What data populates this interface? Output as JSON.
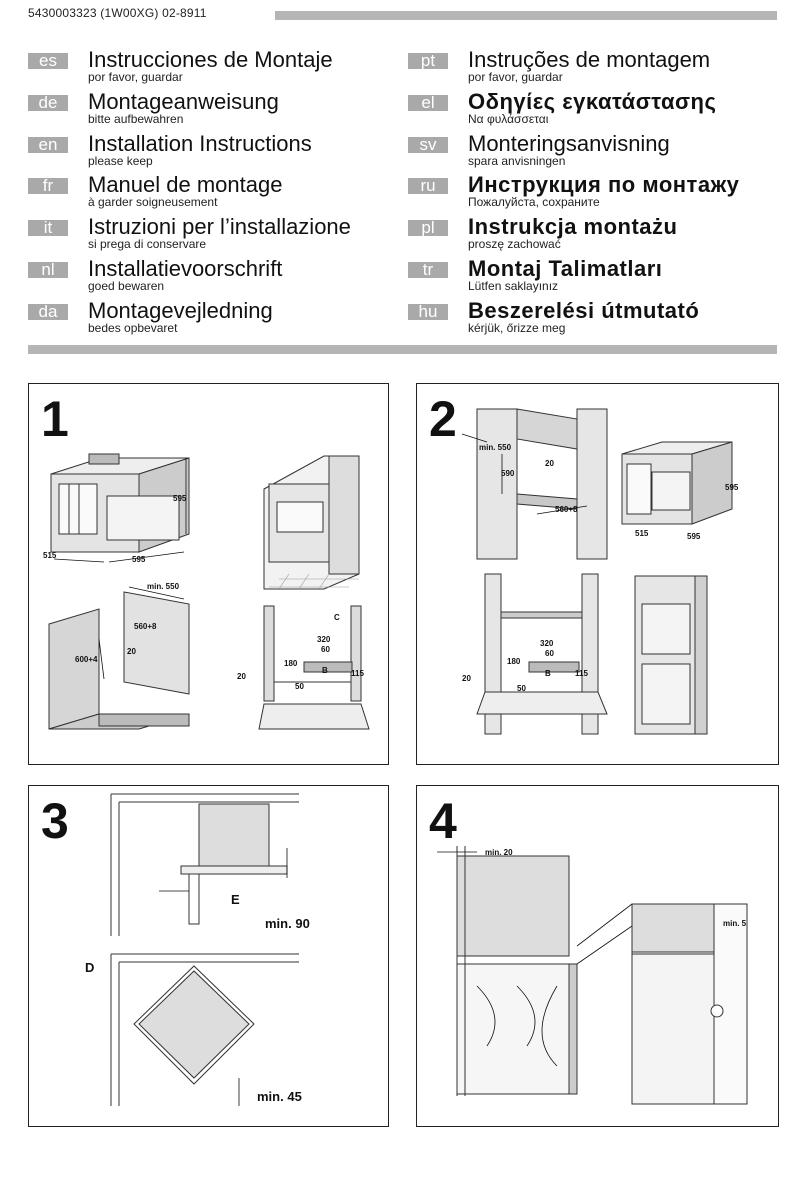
{
  "header": {
    "doc_id": "5430003323 (1W00XG) 02-8911"
  },
  "languages_left": [
    {
      "code": "es",
      "title": "Instrucciones de Montaje",
      "subtitle": "por favor, guardar"
    },
    {
      "code": "de",
      "title": "Montageanweisung",
      "subtitle": "bitte aufbewahren"
    },
    {
      "code": "en",
      "title": "Installation Instructions",
      "subtitle": "please keep"
    },
    {
      "code": "fr",
      "title": "Manuel de montage",
      "subtitle": "à garder soigneusement"
    },
    {
      "code": "it",
      "title": "Istruzioni per l’installazione",
      "subtitle": "si prega di conservare"
    },
    {
      "code": "nl",
      "title": "Installatievoorschrift",
      "subtitle": "goed bewaren"
    },
    {
      "code": "da",
      "title": "Montagevejledning",
      "subtitle": "bedes opbevaret"
    }
  ],
  "languages_right": [
    {
      "code": "pt",
      "title": "Instruções de montagem",
      "subtitle": "por favor, guardar"
    },
    {
      "code": "el",
      "title": "Οδηγίες εγκατάστασης",
      "subtitle": "Να φυλάσσεται"
    },
    {
      "code": "sv",
      "title": "Monteringsanvisning",
      "subtitle": "spara anvisningen"
    },
    {
      "code": "ru",
      "title": "Инструкция по монтажу",
      "subtitle": "Пожалуйста, сохраните"
    },
    {
      "code": "pl",
      "title": "Instrukcja montażu",
      "subtitle": "proszę zachować"
    },
    {
      "code": "tr",
      "title": "Montaj Talimatları",
      "subtitle": "Lütfen saklayınız"
    },
    {
      "code": "hu",
      "title": "Beszerelési útmutató",
      "subtitle": "kérjük, őrizze meg"
    }
  ],
  "panels": {
    "p1": {
      "number": "1",
      "oven_height": "595",
      "oven_depth": "515",
      "oven_width": "595",
      "cab_depth": "min. 550",
      "cab_width": "560+8",
      "cab_height": "600+4",
      "cab_gap": "20",
      "vent_c": "C",
      "vent_320": "320",
      "vent_60": "60",
      "vent_180": "180",
      "vent_b": "B",
      "vent_115": "115",
      "vent_20": "20",
      "vent_50": "50"
    },
    "p2": {
      "number": "2",
      "tall_depth": "min. 550",
      "tall_height": "590",
      "tall_gap": "20",
      "tall_width": "560+8",
      "oven_height": "595",
      "oven_depth": "515",
      "oven_width": "595",
      "vent_320": "320",
      "vent_60": "60",
      "vent_180": "180",
      "vent_b": "B",
      "vent_115": "115",
      "vent_20": "20",
      "vent_50": "50"
    },
    "p3": {
      "number": "3",
      "label_e": "E",
      "min_90": "min. 90",
      "label_d": "D",
      "min_45": "min. 45"
    },
    "p4": {
      "number": "4",
      "min_20": "min. 20",
      "min_5": "min. 5"
    }
  }
}
